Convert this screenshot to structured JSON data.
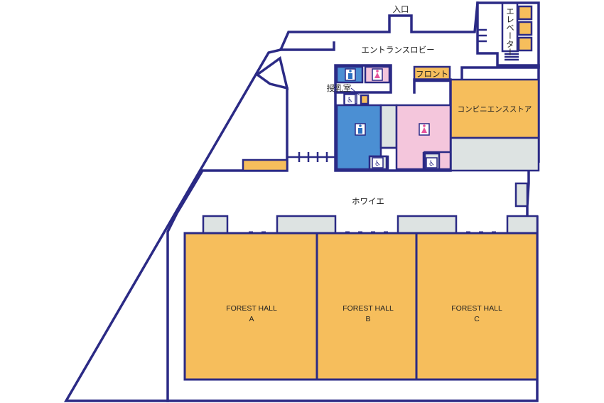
{
  "labels": {
    "entrance": "入口",
    "elevator": "エレベーター",
    "entrance_lobby": "エントランスロビー",
    "front": "フロント",
    "nursing_room": "授乳室",
    "convenience_store": "コンビニエンスストア",
    "foyer": "ホワイエ"
  },
  "halls": [
    {
      "name": "FOREST HALL",
      "letter": "A"
    },
    {
      "name": "FOREST HALL",
      "letter": "B"
    },
    {
      "name": "FOREST HALL",
      "letter": "C"
    }
  ],
  "icons": {
    "male": "male-restroom-icon",
    "female": "female-restroom-icon",
    "wheelchair": "wheelchair-icon"
  },
  "colors": {
    "wall": "#2b2a85",
    "hall": "#f6be5c",
    "mens_restroom": "#4b8fd3",
    "womens_restroom": "#f4c6dc",
    "service": "#dde3e2"
  }
}
